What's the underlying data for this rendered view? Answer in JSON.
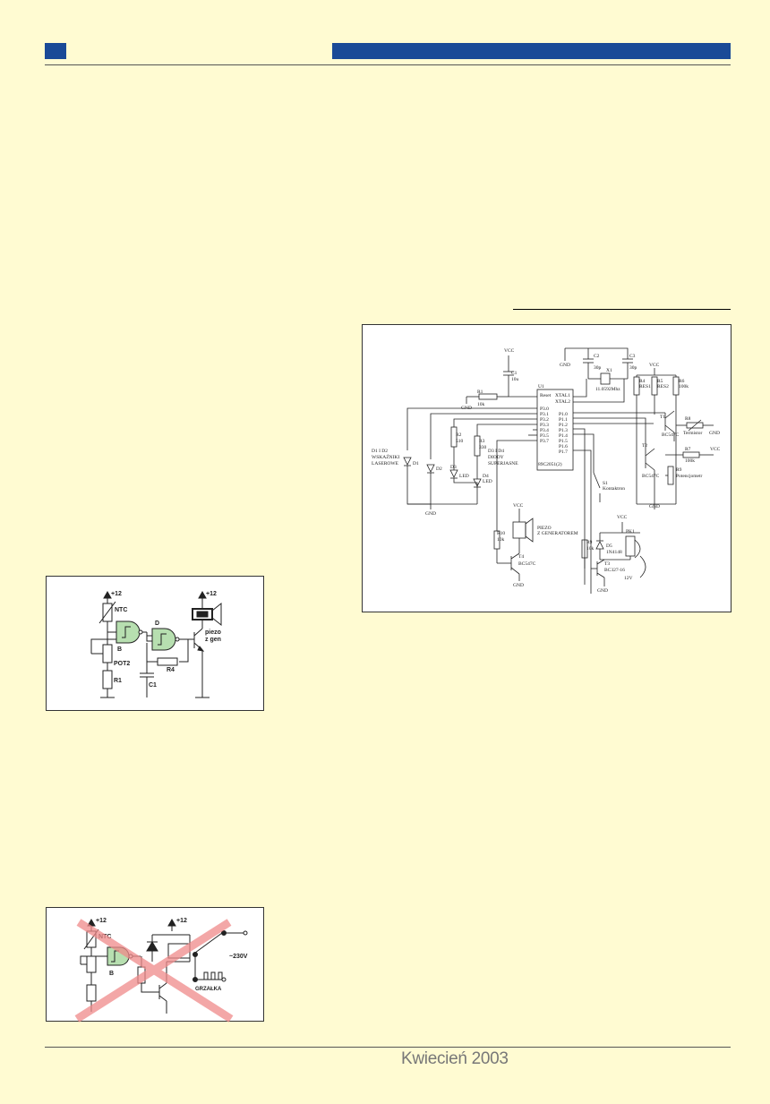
{
  "footer": {
    "issue": "Kwiecień 2003"
  },
  "fig1": {
    "labels": {
      "supply": "+12",
      "ntc": "NTC",
      "gate_b": "B",
      "gate_d": "D",
      "pot": "POT2",
      "r1": "R1",
      "r4": "R4",
      "c1": "C1",
      "piezo_supply": "+12",
      "piezo1": "piezo",
      "piezo2": "z gen"
    }
  },
  "fig2": {
    "labels": {
      "supply_left": "+12",
      "supply_right": "+12",
      "ntc": "NTC",
      "gate_b": "B",
      "mains": "~230V",
      "heater": "GRZAŁKA"
    }
  },
  "schematic": {
    "labels": {
      "vcc1": "VCC",
      "c1": "C1",
      "c1v": "10u",
      "gnd1": "GND",
      "r1": "R1",
      "r1v": "10k",
      "gnd2": "GND",
      "u1": "U1",
      "reset": "Reset",
      "xtal1": "XTAL1",
      "xtal2": "XTAL2",
      "chip": "89C2051(2)",
      "p30": "P3.0",
      "p31": "P3.1",
      "p32": "P3.2",
      "p33": "P3.3",
      "p34": "P3.4",
      "p35": "P3.5",
      "p37": "P3.7",
      "p10": "P1.0",
      "p11": "P1.1",
      "p12": "P1.2",
      "p13": "P1.3",
      "p14": "P1.4",
      "p15": "P1.5",
      "p16": "P1.6",
      "p17": "P1.7",
      "gnd3": "GND",
      "c2": "C2",
      "c2v": "30p",
      "c3": "C3",
      "c3v": "30p",
      "x1": "X1",
      "x1v": "11.0592Mhz",
      "vcc2": "VCC",
      "r4": "R4",
      "r4v": "RES1",
      "r5": "R5",
      "r5v": "RES2",
      "r6": "R6",
      "r6v": "100k",
      "t1": "T1",
      "t1v": "BC547C",
      "r8": "R8",
      "r8v": "Termistor",
      "gnd4": "GND",
      "r7": "R7",
      "r7v": "100k",
      "vcc3": "VCC",
      "t2": "T2",
      "t2v": "BC547C",
      "r9": "R9",
      "r9v": "Potencjometr",
      "gnd5": "GND",
      "r2": "R2",
      "r2v": "510",
      "r3": "R3",
      "r3v": "330",
      "d1d2a": "D1 I D2",
      "d1d2b": "WSKAŹNIKI",
      "d1d2c": "LASEROWE",
      "d3d4a": "D3 I D4",
      "d3d4b": "DIODY",
      "d3d4c": "SUPERJASNE",
      "d1": "D1",
      "d2": "D2",
      "d3": "D3",
      "d3v": "LED",
      "d4": "D4",
      "d4v": "LED",
      "gnd6": "GND",
      "s1": "S1",
      "s1v": "Kontaktron",
      "vcc4": "VCC",
      "piezo1": "PIEZO",
      "piezo2": "Z GENERATOREM",
      "r10": "R10",
      "r10v": "10k",
      "t4": "T4",
      "t4v": "BC547C",
      "gnd7": "GND",
      "vcc5": "VCC",
      "pk1": "PK1",
      "d5": "D5",
      "d5v": "1N4148",
      "r9b": "R9",
      "r9bv": "10k",
      "t3": "T3",
      "t3v": "BC327-16",
      "gnd8": "GND",
      "v12": "12V"
    }
  }
}
